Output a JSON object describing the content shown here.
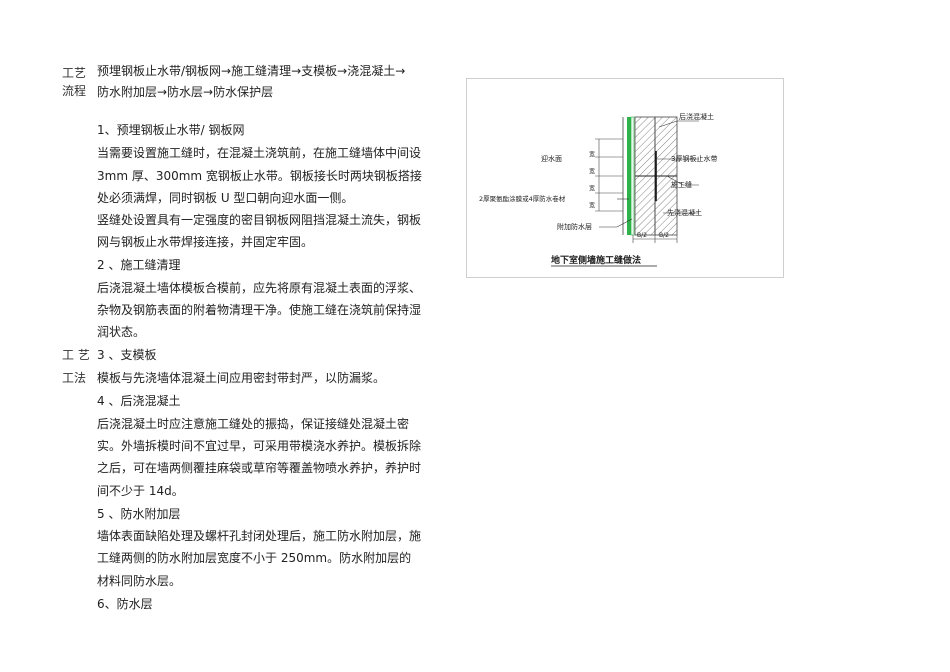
{
  "left_labels": {
    "flow_1": "工艺",
    "flow_2": "流程",
    "method_1": "工 艺",
    "method_2": "工法"
  },
  "lines": [
    "预埋钢板止水带/钢板网→施工缝清理→支模板→浇混凝土→",
    "防水附加层→防水层→防水保护层",
    "1、预埋钢板止水带/ 钢板网",
    "当需要设置施工缝时，在混凝土浇筑前，在施工缝墙体中间设",
    "3mm 厚、300mm 宽钢板止水带。钢板接长时两块钢板搭接",
    "处必须满焊，同时钢板 U 型口朝向迎水面一侧。",
    "竖缝处设置具有一定强度的密目钢板网阻挡混凝土流失，钢板",
    "网与钢板止水带焊接连接，并固定牢固。",
    "2 、施工缝清理",
    "后浇混凝土墙体模板合模前，应先将原有混凝土表面的浮浆、",
    "杂物及钢筋表面的附着物清理干净。使施工缝在浇筑前保持湿",
    "润状态。",
    "3 、支模板",
    "模板与先浇墙体混凝土间应用密封带封严，以防漏浆。",
    "4 、后浇混凝土",
    "后浇混凝土时应注意施工缝处的振捣，保证接缝处混凝土密",
    "实。外墙拆模时间不宜过早，可采用带模浇水养护。模板拆除",
    "之后，可在墙两侧覆挂麻袋或草帘等覆盖物喷水养护，养护时",
    "间不少于  14d。",
    "5 、防水附加层",
    "墙体表面缺陷处理及螺杆孔封闭处理后，施工防水附加层，施",
    "工缝两侧的防水附加层宽度不小于  250mm。防水附加层的",
    "材料同防水层。",
    "6、防水层"
  ],
  "figure": {
    "caption": "地下室侧墙施工缝做法",
    "labels": {
      "post_pour": "后浇混凝土",
      "water_side": "迎水面",
      "steel_waterstop": "3厚钢板止水带",
      "construction_joint": "施工缝",
      "coating": "2厚聚氨酯涂膜或4厚防水卷材",
      "pre_pour": "先浇混凝土",
      "additional_layer": "附加防水层",
      "dim_left": "B/2",
      "dim_right": "B/2",
      "side_dims": [
        "宽",
        "宽",
        "宽",
        "宽"
      ]
    },
    "colors": {
      "waterproof_green": "#2db34a",
      "hatch": "#555555"
    }
  }
}
